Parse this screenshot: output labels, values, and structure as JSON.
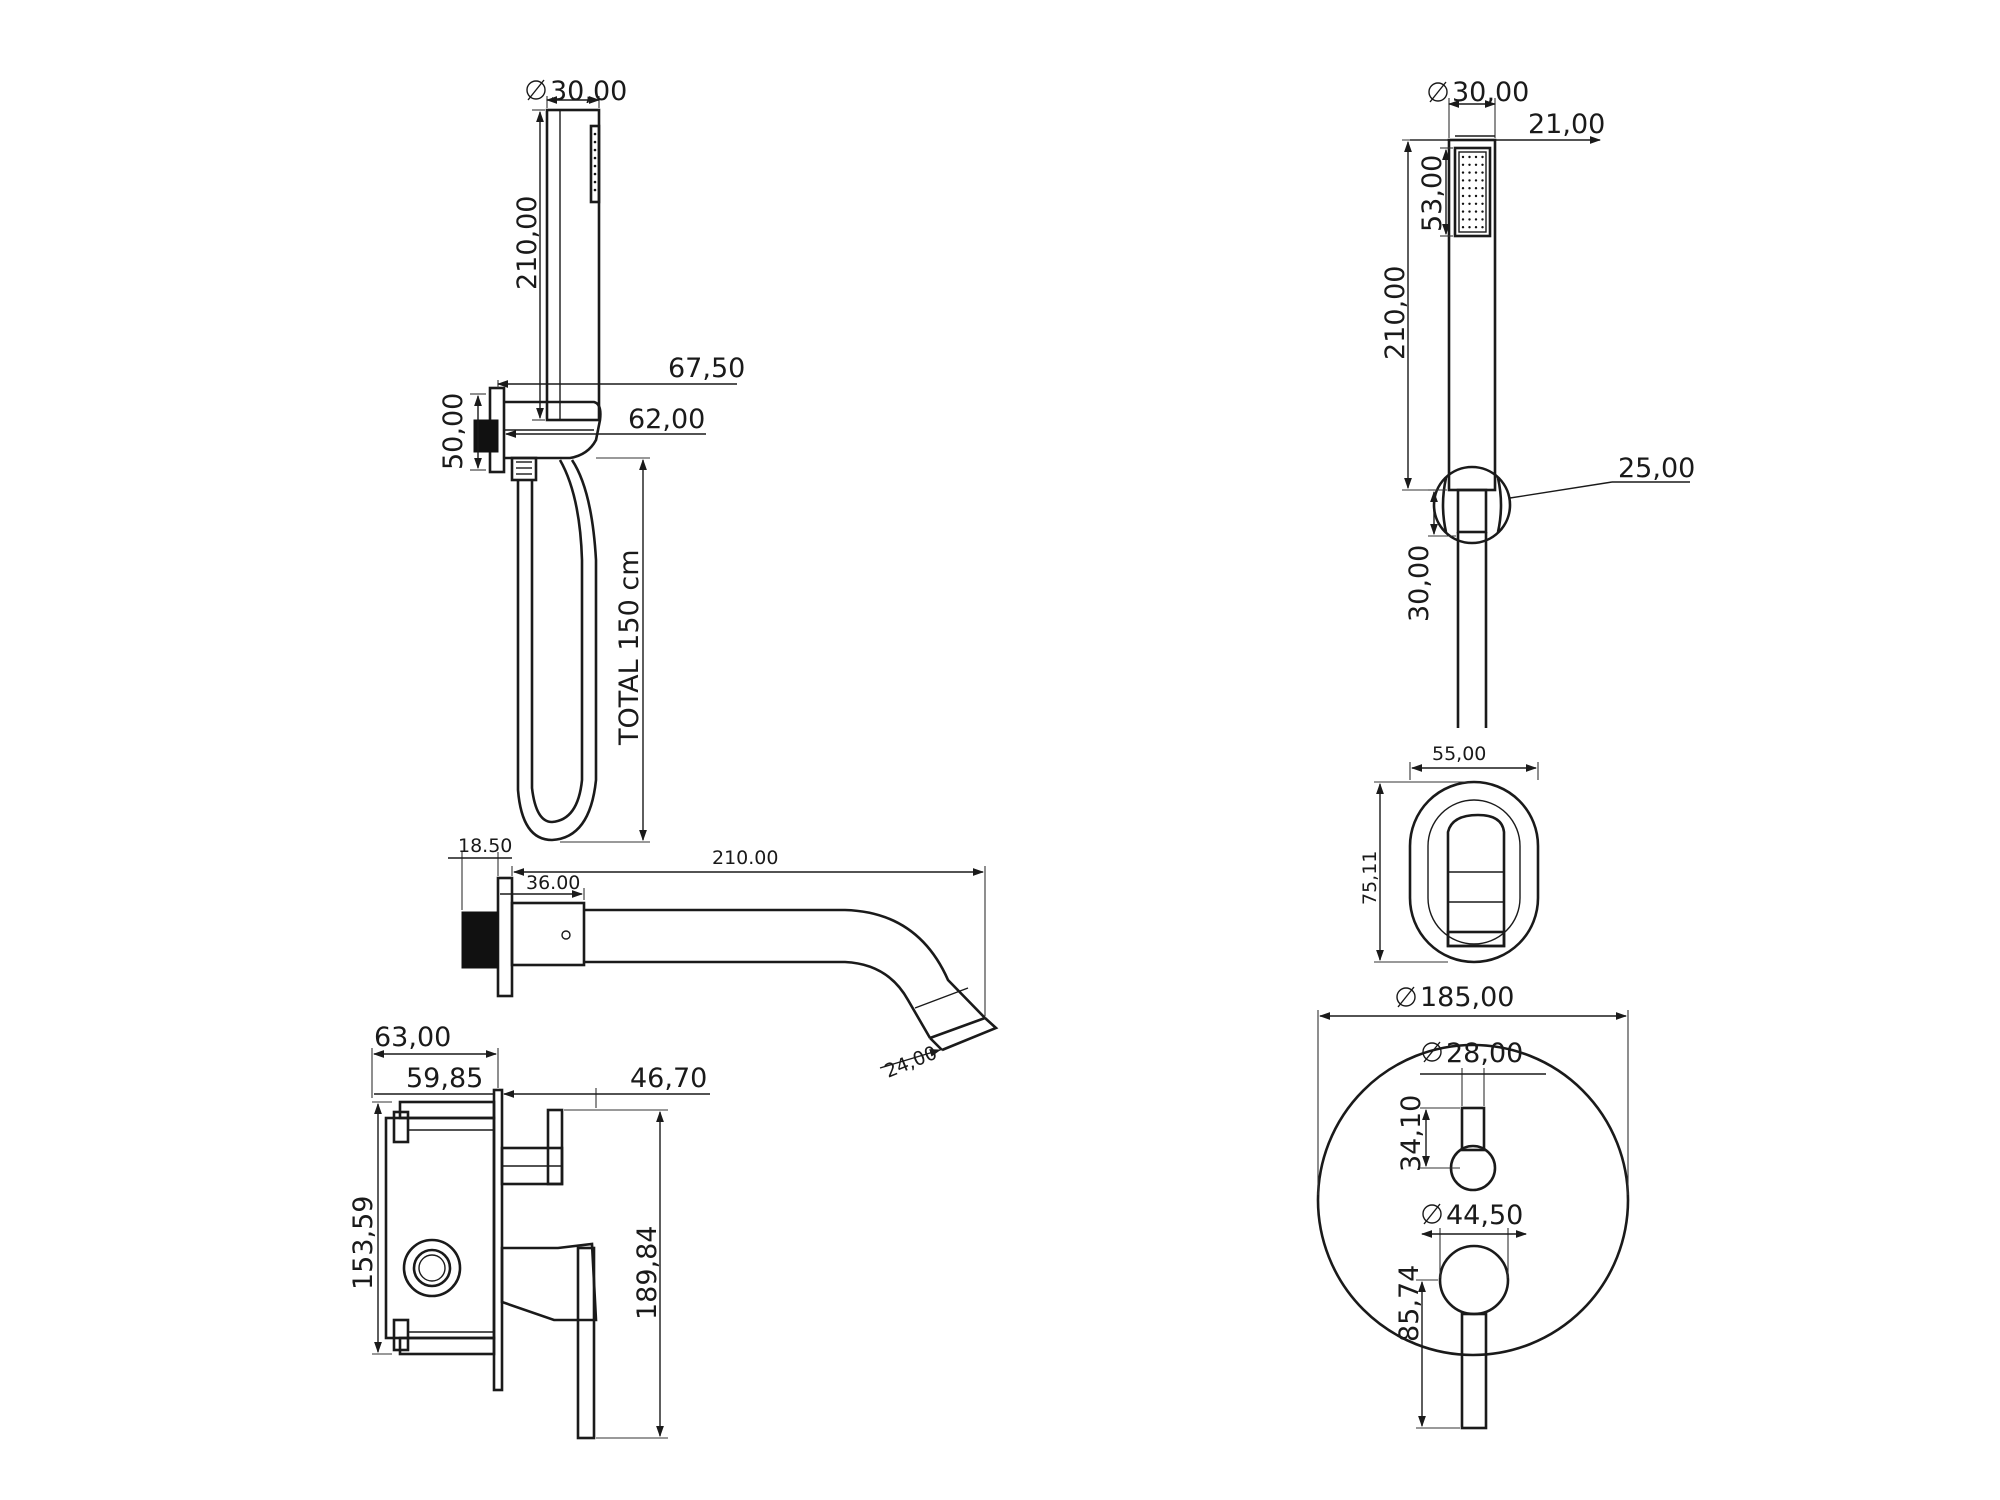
{
  "handshower_side": {
    "diameter": "30,00",
    "handle_length": "210,00",
    "projection": "67,50",
    "holder_diameter": "50,00",
    "holder_projection": "62,00",
    "hose_length": "TOTAL 150 cm"
  },
  "handshower_front": {
    "diameter": "30,00",
    "head_width": "21,00",
    "head_height": "53,00",
    "handle_length": "210,00",
    "holder_width": "25,00",
    "holder_height": "30,00"
  },
  "spout_side": {
    "plate_thickness": "18.50",
    "spout_length": "210.00",
    "collar_length": "36.00",
    "outlet_diameter": "24,00"
  },
  "spout_front": {
    "plate_width": "55,00",
    "plate_height": "75,11"
  },
  "mixer_side": {
    "depth_total": "63,00",
    "depth_body": "59,85",
    "lever_projection": "46,70",
    "body_height": "153,59",
    "total_height": "189,84"
  },
  "mixer_front": {
    "plate_diameter": "185,00",
    "diverter_diameter": "28,00",
    "diverter_offset": "34,10",
    "lever_diameter": "44,50",
    "lever_offset": "85,74"
  }
}
